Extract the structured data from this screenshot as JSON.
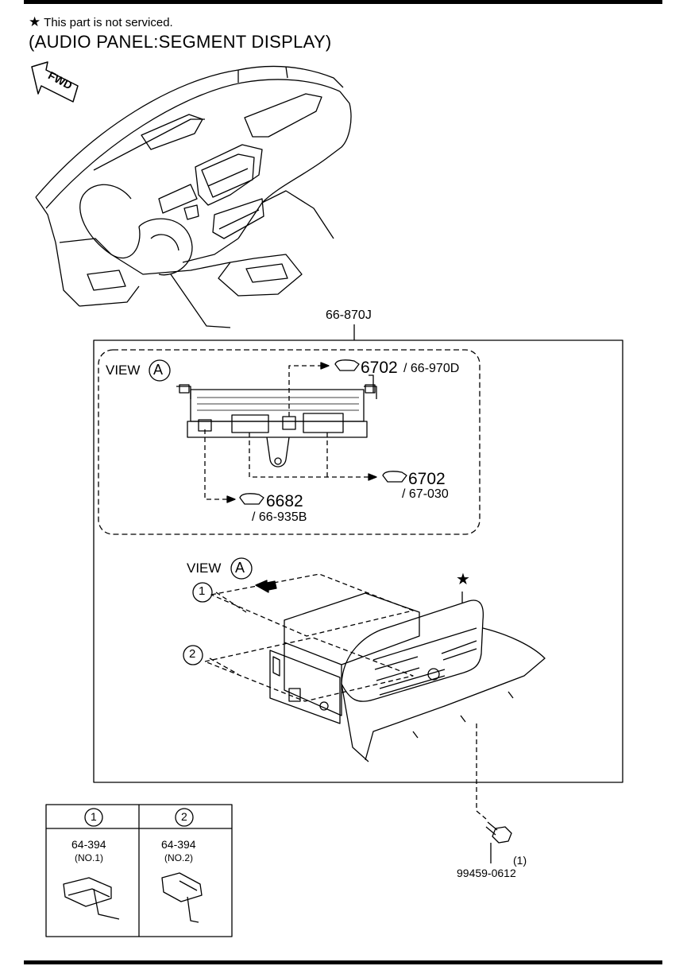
{
  "header": {
    "star_symbol": "★",
    "note": "This part is not serviced.",
    "title": "(AUDIO PANEL:SEGMENT DISPLAY)",
    "fwd": "FWD"
  },
  "main_assembly": {
    "part_number": "66-870J"
  },
  "view_a_top": {
    "view_label": "VIEW",
    "view_letter": "A",
    "callouts": [
      {
        "code": "6702",
        "ref": "/ 66-970D"
      },
      {
        "code": "6702",
        "ref": "/ 67-030"
      },
      {
        "code": "6682",
        "ref": "/ 66-935B"
      }
    ]
  },
  "exploded": {
    "view_label": "VIEW",
    "view_letter": "A",
    "markers": [
      "1",
      "2"
    ],
    "star": "★"
  },
  "bolt": {
    "qty": "(1)",
    "part_number": "99459-0612"
  },
  "bracket_table": {
    "columns": [
      {
        "marker": "1",
        "part_number": "64-394",
        "sub": "(NO.1)"
      },
      {
        "marker": "2",
        "part_number": "64-394",
        "sub": "(NO.2)"
      }
    ]
  }
}
